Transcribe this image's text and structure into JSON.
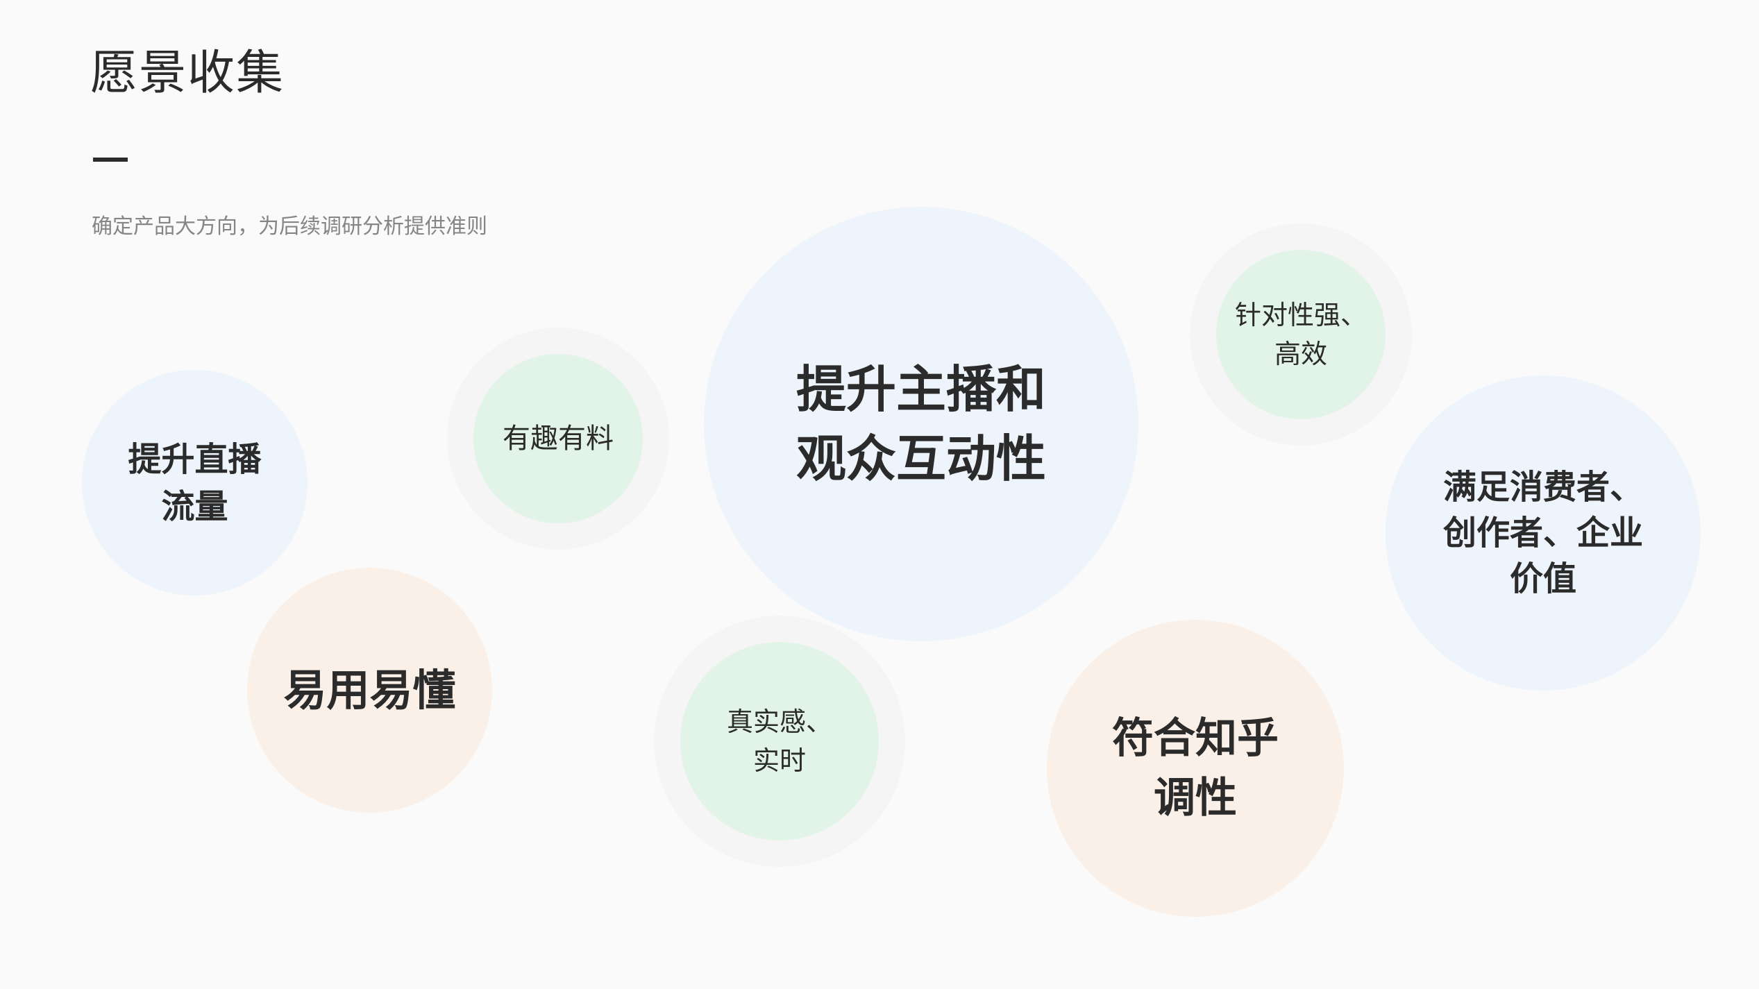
{
  "header": {
    "title": "愿景收集",
    "subtitle": "确定产品大方向，为后续调研分析提供准则"
  },
  "bubbles": [
    {
      "lines": [
        "提升直播",
        "流量"
      ]
    },
    {
      "lines": [
        "有趣有料"
      ]
    },
    {
      "lines": [
        "提升主播和",
        "观众互动性"
      ]
    },
    {
      "lines": [
        "针对性强、",
        "高效"
      ]
    },
    {
      "lines": [
        "满足消费者、",
        "创作者、企业",
        "价值"
      ]
    },
    {
      "lines": [
        "易用易懂"
      ]
    },
    {
      "lines": [
        "真实感、",
        "实时"
      ]
    },
    {
      "lines": [
        "符合知乎",
        "调性"
      ]
    }
  ],
  "colors": {
    "blue_bubble": "#edf4fb",
    "green_bubble": "#e2f4e8",
    "peach_bubble": "#fbf0e8",
    "text": "#2b2b2b",
    "subtitle": "#858585"
  }
}
